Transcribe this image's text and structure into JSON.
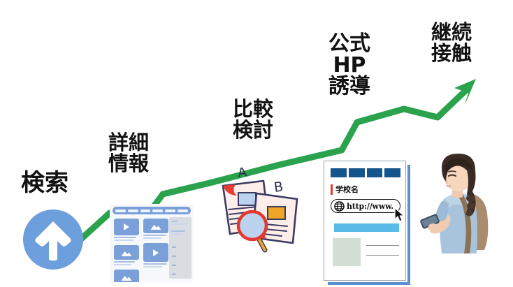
{
  "diagram": {
    "title_flow": "recruitment funnel journey",
    "line_color": "#2ba24c",
    "accent_blue": "#6e9fdd",
    "nav_navy": "#14558c",
    "banner_blue": "#5bbbe8",
    "red_accent": "#e23b2e"
  },
  "stages": [
    {
      "id": "search",
      "label": "検索",
      "icon": "up-arrow-circle-icon"
    },
    {
      "id": "detail",
      "label": "詳細\n情報",
      "icon": "wireframe-site-icon"
    },
    {
      "id": "compare",
      "label": "比較\n検討",
      "icon": "documents-magnifier-icon"
    },
    {
      "id": "official",
      "label": "公式\nHP\n誘導",
      "icon": "homepage-card-icon"
    },
    {
      "id": "contact",
      "label": "継続\n接触",
      "icon": "student-phone-photo"
    }
  ],
  "homepage_card": {
    "school_name": "学校名",
    "url_text": "http://www.",
    "globe_icon": "globe-icon",
    "cursor_icon": "cursor-pointer-icon",
    "nav_items": [
      "",
      "",
      "",
      ""
    ]
  },
  "compare_art": {
    "doc_a_label": "A",
    "doc_b_label": "B",
    "magnifier_icon": "magnifying-glass-icon"
  },
  "chart_data": {
    "type": "line",
    "title": "",
    "xlabel": "",
    "ylabel": "",
    "categories": [
      "検索",
      "詳細情報",
      "比較検討",
      "公式HP誘導",
      "継続接触"
    ],
    "values": [
      1,
      2,
      3,
      4,
      5
    ],
    "points": [
      [
        113,
        345
      ],
      [
        157,
        305
      ],
      [
        213,
        305
      ],
      [
        233,
        278
      ],
      [
        300,
        262
      ],
      [
        400,
        236
      ],
      [
        489,
        215
      ],
      [
        511,
        175
      ],
      [
        578,
        156
      ],
      [
        626,
        168
      ],
      [
        678,
        119
      ]
    ],
    "grid": false,
    "legend": "none",
    "annotations": [
      "検索",
      "詳細情報",
      "比較検討",
      "公式HP誘導",
      "継続接触"
    ]
  }
}
